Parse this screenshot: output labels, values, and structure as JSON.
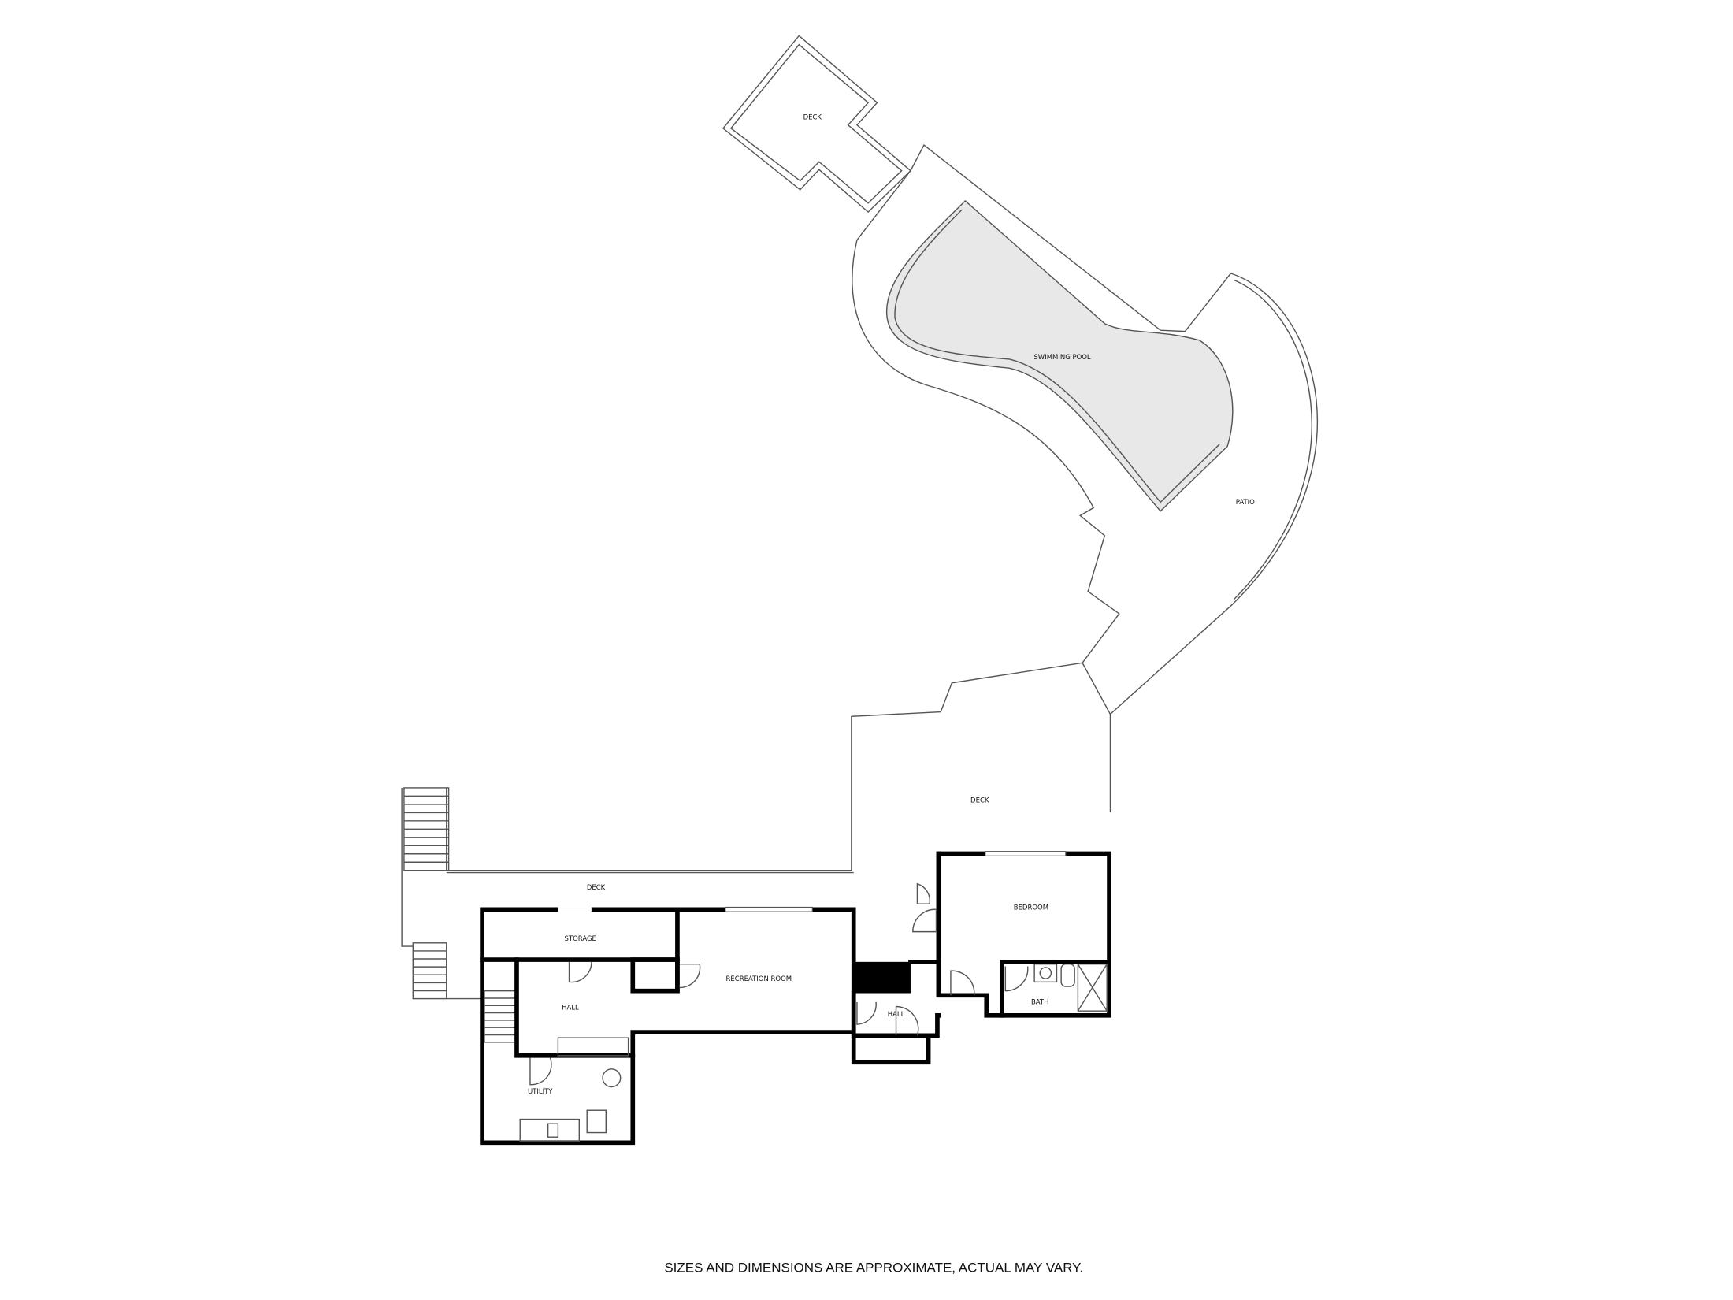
{
  "plan": {
    "rooms": [
      {
        "id": "deck-top",
        "label": "DECK"
      },
      {
        "id": "swimming-pool",
        "label": "SWIMMING POOL"
      },
      {
        "id": "patio",
        "label": "PATIO"
      },
      {
        "id": "deck-middle",
        "label": "DECK"
      },
      {
        "id": "deck-lower",
        "label": "DECK"
      },
      {
        "id": "storage",
        "label": "STORAGE"
      },
      {
        "id": "recreation-room",
        "label": "RECREATION ROOM"
      },
      {
        "id": "bedroom",
        "label": "BEDROOM"
      },
      {
        "id": "hall-left",
        "label": "HALL"
      },
      {
        "id": "hall-center",
        "label": "HALL"
      },
      {
        "id": "bath",
        "label": "BATH"
      },
      {
        "id": "utility",
        "label": "UTILITY"
      }
    ],
    "pool_fill_color": "#e8e8e8",
    "wall_color": "#000000"
  },
  "footer": {
    "disclaimer": "SIZES AND DIMENSIONS ARE APPROXIMATE, ACTUAL MAY VARY."
  }
}
